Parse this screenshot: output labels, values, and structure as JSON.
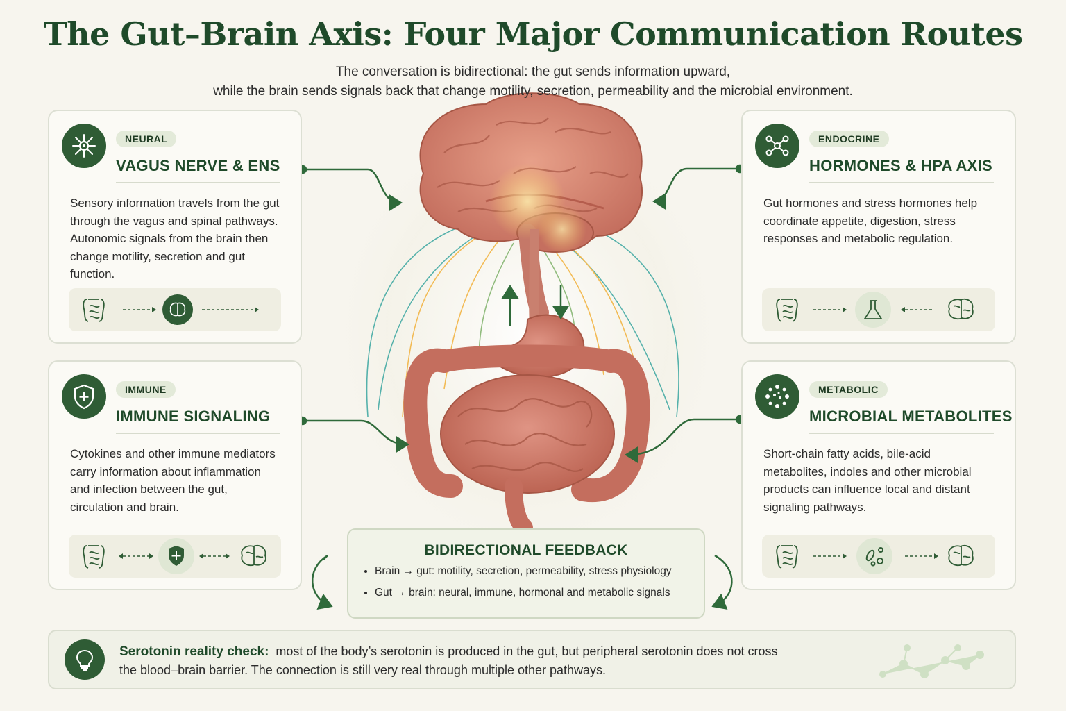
{
  "title": "The Gut–Brain Axis: Four Major Communication Routes",
  "subtitle": [
    "The conversation is bidirectional: the gut sends information upward,",
    "while the brain sends signals back that change motility, secretion, permeability and the microbial environment."
  ],
  "cards": [
    {
      "tag": "NEURAL",
      "heading": "VAGUS NERVE & ENS",
      "icon": "neuron-icon",
      "body": "Sensory information travels from the gut through the vagus and spinal pathways. Autonomic signals from the brain then change motility, secretion and gut function."
    },
    {
      "tag": "ENDOCRINE",
      "heading": "HORMONES & HPA AXIS",
      "icon": "molecule-icon",
      "body": "Gut hormones and stress hormones help coordinate appetite, digestion, stress responses and metabolic regulation."
    },
    {
      "tag": "IMMUNE",
      "heading": "IMMUNE SIGNALING",
      "icon": "shield-plus-icon",
      "body": "Cytokines and other immune mediators carry information about inflammation and infection between the gut, circulation and brain."
    },
    {
      "tag": "METABOLIC",
      "heading": "MICROBIAL METABOLITES",
      "icon": "microbes-icon",
      "body": "Short-chain fatty acids, bile-acid metabolites, indoles and other microbial products can influence local and distant signaling pathways."
    }
  ],
  "feedback": {
    "heading": "BIDIRECTIONAL FEEDBACK",
    "items": [
      "Brain → gut: motility, secretion, permeability, stress physiology",
      "Gut → brain: neural, immune, hormonal and metabolic signals"
    ]
  },
  "note": {
    "heading": "Serotonin reality check:",
    "text_line1": "most of the body’s serotonin is produced in the gut, but peripheral serotonin does not cross",
    "text_line2": "the blood–brain barrier. The connection is still very real through multiple other pathways.",
    "icon": "lightbulb-icon"
  },
  "colors": {
    "title_green": "#1f4a2a",
    "icon_green": "#2f5c35",
    "tag_bg": "#e3ead9",
    "organ_pink": "#d98675",
    "organ_dark": "#b05a4b",
    "nerve_gold": "#f2b13b",
    "nerve_teal": "#3aa6a0"
  }
}
